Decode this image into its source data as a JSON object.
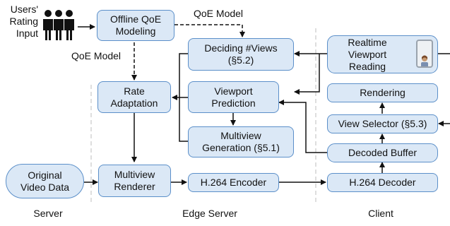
{
  "users_rating_input": "Users'\nRating\nInput",
  "section_labels": {
    "server": "Server",
    "edge_server": "Edge Server",
    "client": "Client"
  },
  "edge_labels": {
    "qoe_model_top": "QoE Model",
    "qoe_model_left": "QoE Model"
  },
  "boxes": {
    "offline_qoe": "Offline QoE\nModeling",
    "deciding_views": "Deciding #Views\n(§5.2)",
    "rate_adaptation": "Rate\nAdaptation",
    "viewport_prediction": "Viewport\nPrediction",
    "multiview_generation": "Multiview\nGeneration (§5.1)",
    "original_video": "Original\nVideo Data",
    "multiview_renderer": "Multiview\nRenderer",
    "h264_encoder": "H.264 Encoder",
    "realtime_viewport": "Realtime\nViewport\nReading",
    "rendering": "Rendering",
    "view_selector": "View Selector (§5.3)",
    "decoded_buffer": "Decoded Buffer",
    "h264_decoder": "H.264 Decoder"
  },
  "icons": [
    "users-group-icon",
    "phone-viewer-icon"
  ],
  "colors": {
    "box_fill": "#dbe8f6",
    "box_border": "#5b8fc9",
    "arrow": "#111111",
    "divider": "#c8c8c8"
  }
}
